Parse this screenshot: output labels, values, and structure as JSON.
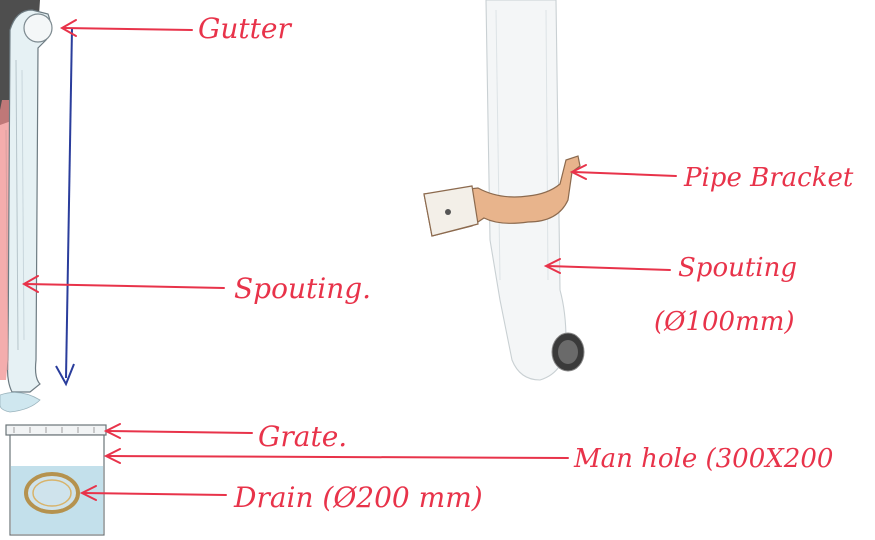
{
  "labels": {
    "gutter": "Gutter",
    "spouting_left": "Spouting.",
    "grate": "Grate.",
    "drain": "Drain (Ø200 mm)",
    "pipe_bracket": "Pipe Bracket",
    "spouting_right_line1": "Spouting",
    "spouting_right_line2": "(Ø100mm)",
    "man_hole": "Man hole (300X200"
  },
  "colors": {
    "annotation": "#e8334a",
    "flow_arrow": "#2a3d9c",
    "pipe_fill": "#eef1f2",
    "water": "#b9dbe8",
    "bracket": "#e8b48c",
    "downpipe_dark": "#3a3a3a"
  }
}
